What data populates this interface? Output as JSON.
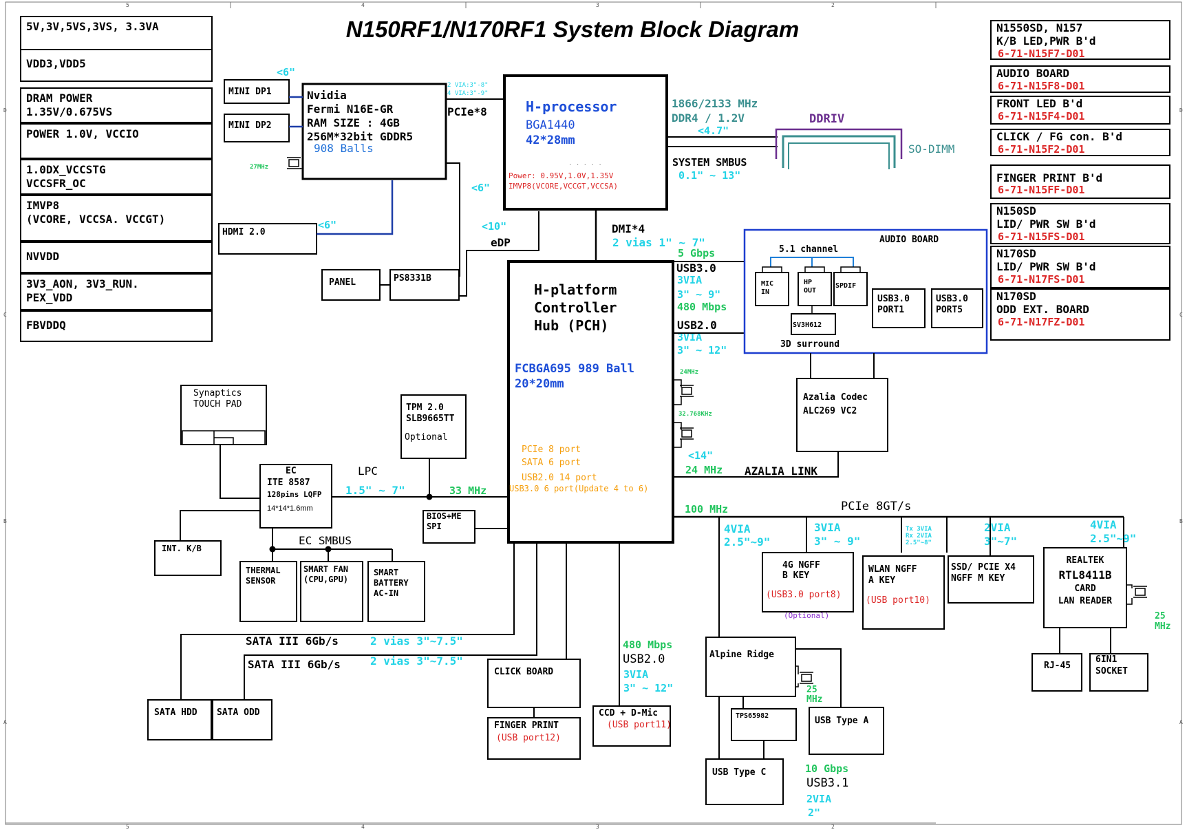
{
  "title": "N150RF1/N170RF1 System Block Diagram",
  "frame": {
    "top_ticks": [
      "5",
      "4",
      "3",
      "2"
    ],
    "side_ticks_left": [
      "D",
      "C",
      "B",
      "A"
    ],
    "side_ticks_right": [
      "D",
      "C",
      "B",
      "A"
    ]
  },
  "power_rails": [
    "5V,3V,5VS,3VS, 3.3VA",
    "VDD3,VDD5",
    "DRAM POWER|1.35V/0.675VS",
    "POWER 1.0V, VCCIO",
    "1.0DX_VCCSTG|VCCSFR_OC",
    "IMVP8|(VCORE, VCCSA. VCCGT)",
    "NVVDD",
    "3V3_AON, 3V3_RUN.|PEX_VDD",
    "FBVDDQ"
  ],
  "daughter_boards": [
    {
      "name": "N1550SD, N157|K/B LED,PWR B'd",
      "part": "6-71-N15F7-D01"
    },
    {
      "name": "AUDIO BOARD",
      "part": "6-71-N15F8-D01"
    },
    {
      "name": "FRONT LED B'd",
      "part": "6-71-N15F4-D01"
    },
    {
      "name": "CLICK / FG con. B'd",
      "part": "6-71-N15F2-D01"
    },
    {
      "name": "FINGER PRINT B'd",
      "part": "6-71-N15FF-D01"
    },
    {
      "name": "N150SD|LID/ PWR SW B'd",
      "part": "6-71-N15FS-D01"
    },
    {
      "name": "N170SD|LID/ PWR SW B'd",
      "part": "6-71-N17FS-D01"
    },
    {
      "name": "N170SD|ODD EXT. BOARD",
      "part": "6-71-N17FZ-D01"
    }
  ],
  "gpu": {
    "lines": [
      "Nvidia",
      "Fermi N16E-GR",
      "RAM SIZE : 4GB",
      "256M*32bit GDDR5"
    ],
    "balls": "908 Balls",
    "via1": "2 VIA:3\"-8\"",
    "via2": "4 VIA:3\"-9\"",
    "clock": "27MHz"
  },
  "mini_dp": [
    "MINI DP1",
    "MINI DP2"
  ],
  "mini_dp_len": "<6\"",
  "hdmi": {
    "label": "HDMI 2.0",
    "len": "<6\""
  },
  "pcie8": "PCIe*8",
  "edp": {
    "len1": "<6\"",
    "len2": "<10\"",
    "label": "eDP"
  },
  "panel": "PANEL",
  "ps8331": "PS8331B",
  "cpu": {
    "name": "H-processor",
    "pkg": "BGA1440",
    "size": "42*28mm",
    "dots": ". . . . .",
    "power1": "Power: 0.95V,1.0V,1.35V",
    "power2": "IMVP8(VCORE,VCCGT,VCCSA)"
  },
  "memory": {
    "speed": "1866/2133 MHz",
    "type": "DDR4 / 1.2V",
    "len": "<4.7\"",
    "ddriv": "DDRIV",
    "sodimm": "SO-DIMM",
    "smbus": "SYSTEM SMBUS",
    "smbus_len": "0.1\" ~ 13\""
  },
  "dmi": {
    "label": "DMI*4",
    "vias": "2 vias 1\" ~ 7\""
  },
  "pch": {
    "name": [
      "H-platform",
      "Controller",
      "Hub (PCH)"
    ],
    "pkg": "FCBGA695 989 Ball",
    "size": "20*20mm",
    "ports": [
      "PCIe 8 port",
      "SATA 6 port",
      "USB2.0 14 port",
      "USB3.0 6 port(Update 4 to 6)"
    ]
  },
  "usb30_link": {
    "speed": "5 Gbps",
    "label": "USB3.0",
    "via": "3VIA",
    "len": "3\" ~ 9\""
  },
  "usb20_link": {
    "speed": "480 Mbps",
    "label": "USB2.0",
    "via": "3VIA",
    "len": "3\" ~ 12\""
  },
  "audio_board": {
    "title": "AUDIO BOARD",
    "channel": "5.1 channel",
    "mic": "MIC|IN",
    "hp": "HP|OUT",
    "spdif": "SPDIF",
    "usb_p1": "USB3.0|PORT1",
    "usb_p5": "USB3.0|PORT5",
    "sv": "SV3H612",
    "surround": "3D surround"
  },
  "clocks": {
    "c1": "24MHz",
    "c2": "32.768KHz"
  },
  "azalia": {
    "codec": "Azalia Codec|ALC269 VC2",
    "len": "<14\"",
    "speed": "24 MHz",
    "link": "AZALIA LINK"
  },
  "touchpad": "Synaptics|TOUCH PAD",
  "tpm": "TPM 2.0|SLB9665TT",
  "tpm_opt": "Optional",
  "ec": {
    "title": "EC",
    "chip": "ITE 8587",
    "pkg": "128pins LQFP",
    "dim": "14*14*1.6mm"
  },
  "lpc": {
    "label": "LPC",
    "len": "1.5\" ~ 7\"",
    "speed": "33 MHz"
  },
  "bios": "BIOS+ME|SPI",
  "kb": "INT. K/B",
  "ec_smbus": "EC SMBUS",
  "thermal": "THERMAL|SENSOR",
  "fan": "SMART FAN|(CPU,GPU)",
  "battery": "SMART|BATTERY|AC-IN",
  "sata1": {
    "label": "SATA III 6Gb/s",
    "vias": "2 vias 3\"~7.5\""
  },
  "sata2": {
    "label": "SATA III 6Gb/s",
    "vias": "2 vias 3\"~7.5\""
  },
  "sata_hdd": "SATA HDD",
  "sata_odd": "SATA ODD",
  "click_board": "CLICK BOARD",
  "finger": {
    "name": "FINGER PRINT",
    "port": "(USB port12)"
  },
  "ccd": {
    "name": "CCD + D-Mic",
    "port": "(USB port11)"
  },
  "ccd_link": {
    "speed": "480 Mbps",
    "label": "USB2.0",
    "via": "3VIA",
    "len": "3\" ~ 12\""
  },
  "pcie_bus": {
    "speed": "100 MHz",
    "label": "PCIe 8GT/s"
  },
  "pcie_branches": [
    {
      "via": "4VIA",
      "len": "2.5\"~9\""
    },
    {
      "via": "3VIA",
      "len": "3\" ~ 9\""
    },
    {
      "via": "Tx 3VIA",
      "len": "Rx 2VIA",
      "len2": "2.5\"~8\""
    },
    {
      "via": "2VIA",
      "len": "3\"~7\""
    },
    {
      "via": "4VIA",
      "len": "2.5\"~9\""
    }
  ],
  "ngff_4g": {
    "name": "4G NGFF|B KEY",
    "port": "(USB3.0 port8)",
    "opt": "(Optional)"
  },
  "wlan": {
    "name": "WLAN NGFF|A KEY",
    "port": "(USB port10)"
  },
  "ssd": "SSD/ PCIE X4|NGFF M KEY",
  "realtek": "REALTEK|RTL8411B|CARD|LAN READER",
  "rt_clk": "25|MHz",
  "rj45": "RJ-45",
  "sixin1": "6IN1|SOCKET",
  "alpine": "Alpine Ridge",
  "alp_clk": "25|MHz",
  "tps": "TPS65982",
  "usb_c": "USB Type C",
  "usb_a": "USB Type A",
  "usb31": {
    "speed": "10 Gbps",
    "label": "USB3.1",
    "via": "2VIA",
    "len": "2\""
  },
  "colors": {
    "cyan": "#22d3e6",
    "green": "#22c55e",
    "red": "#dc2626",
    "orange": "#f59e0b",
    "blue": "#1d4ed8",
    "teal": "#3a8f8f",
    "purple": "#6b2f8f"
  }
}
